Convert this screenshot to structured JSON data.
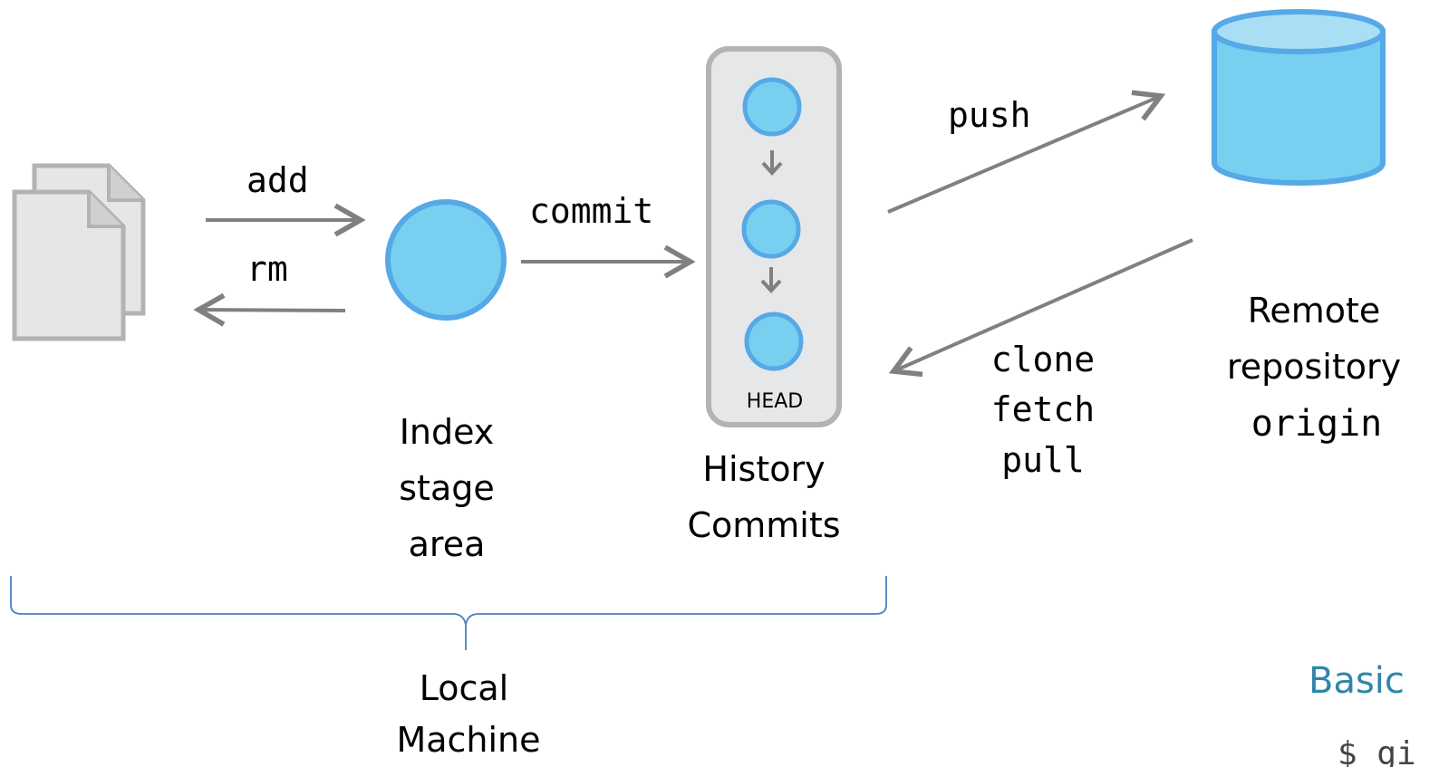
{
  "labels": {
    "add": "add",
    "rm": "rm",
    "commit": "commit",
    "push": "push",
    "clone": "clone",
    "fetch": "fetch",
    "pull": "pull",
    "head": "HEAD"
  },
  "captions": {
    "index": [
      "Index",
      "stage",
      "area"
    ],
    "history": [
      "History",
      "Commits"
    ],
    "remote": [
      "Remote",
      "repository"
    ],
    "remote_name": "origin",
    "local": [
      "Local",
      "Machine"
    ]
  },
  "section_title": "Basic",
  "command_prefix": "$ gi",
  "colors": {
    "node_fill": "#79cff0",
    "node_stroke": "#56a9e6",
    "arrow": "#808080",
    "doc_fill": "#e6e6e6",
    "doc_stroke": "#b3b3b3",
    "history_box_fill": "#e6e7e8",
    "history_box_stroke": "#b3b3b3",
    "brace": "#4a7fc0",
    "section_title": "#2e86ab",
    "text": "#000000"
  }
}
